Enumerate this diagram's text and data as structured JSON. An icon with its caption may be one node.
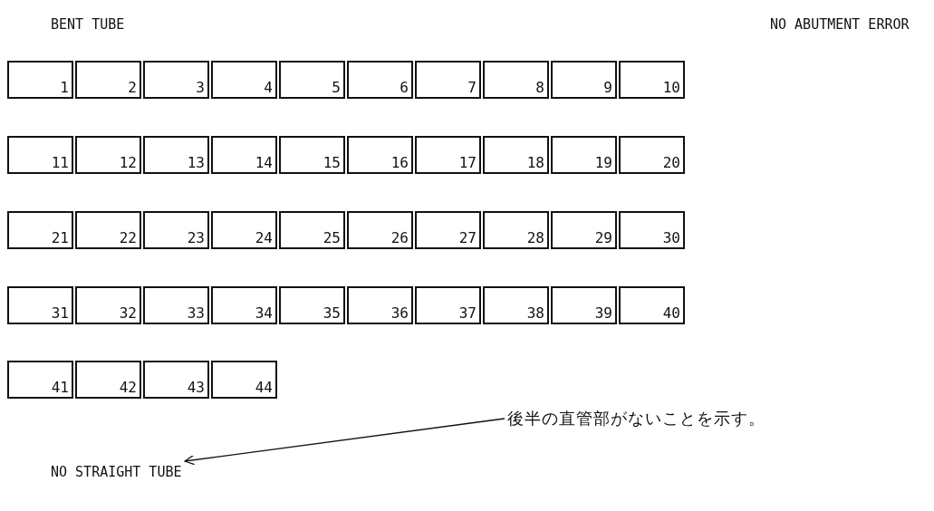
{
  "diagram": {
    "nodes": [
      {
        "text": [
          "1"
        ]
      },
      {
        "text": [
          "2"
        ]
      },
      {
        "text": [
          "3"
        ]
      },
      {
        "text": [
          "4"
        ]
      },
      {
        "text": [
          "5"
        ]
      },
      {
        "text": [
          "6"
        ]
      },
      {
        "text": [
          "7"
        ]
      },
      {
        "text": [
          "8"
        ]
      },
      {
        "text": [
          "9"
        ]
      },
      {
        "text": [
          "10"
        ]
      },
      {
        "text": [
          "11"
        ]
      },
      {
        "text": [
          "12"
        ]
      },
      {
        "text": [
          "13"
        ]
      },
      {
        "text": [
          "14"
        ]
      },
      {
        "text": [
          "15"
        ]
      },
      {
        "text": [
          "16"
        ]
      },
      {
        "text": [
          "17"
        ]
      },
      {
        "text": [
          "18"
        ]
      },
      {
        "text": [
          "19"
        ]
      },
      {
        "text": [
          "20"
        ]
      },
      {
        "text": [
          "21"
        ]
      },
      {
        "text": [
          "22"
        ]
      },
      {
        "text": [
          "23"
        ]
      },
      {
        "text": [
          "24"
        ]
      },
      {
        "text": [
          "25"
        ]
      },
      {
        "text": [
          "26"
        ]
      },
      {
        "text": [
          "27"
        ]
      },
      {
        "text": [
          "28"
        ]
      },
      {
        "text": [
          "29"
        ]
      },
      {
        "text": [
          "30"
        ]
      },
      {
        "text": [
          "31"
        ]
      },
      {
        "text": [
          "32"
        ]
      },
      {
        "text": [
          "33"
        ]
      },
      {
        "text": [
          "34"
        ]
      },
      {
        "text": [
          "35"
        ]
      },
      {
        "text": [
          "36"
        ]
      },
      {
        "text": [
          "37"
        ]
      },
      {
        "text": [
          "38"
        ]
      },
      {
        "text": [
          "39"
        ]
      },
      {
        "text": [
          "40"
        ]
      },
      {
        "text": [
          "41"
        ]
      },
      {
        "text": [
          "42"
        ]
      },
      {
        "text": [
          "43"
        ]
      },
      {
        "text": [
          "44"
        ]
      },
      {
        "text": [
          "後半の直管部がないことを示す。"
        ]
      },
      {
        "text": [
          "NO STRAIGHT TUBE"
        ]
      }
    ],
    "edges": [
      {
        "from": 44,
        "to": 45,
        "arrow": "to"
      }
    ],
    "labels": [
      "BENT TUBE",
      "NO ABUTMENT ERROR"
    ]
  }
}
